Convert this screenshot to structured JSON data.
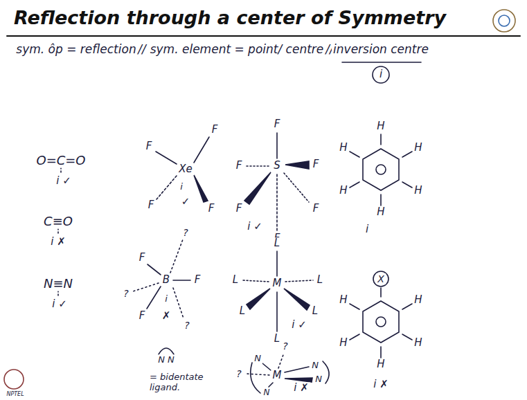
{
  "diagram": {
    "title": "Reflection through a center of Symmetry",
    "labels": [
      "sym. ôp = reflection",
      "//",
      "sym. element = point/ centre",
      "//",
      "inversion centre",
      "i",
      "O=C=O",
      "i ✓",
      "C≡O",
      "i ✗",
      "N≡N",
      "i ✓",
      "F",
      "F",
      "Xe",
      "F",
      "F",
      "i",
      "✓",
      "F",
      "B",
      "F",
      "F",
      "?",
      "?",
      "?",
      "i",
      "✗",
      "F",
      "F",
      "S",
      "F",
      "F",
      "F",
      "F",
      "i ✓",
      "L",
      "L",
      "M",
      "L",
      "L",
      "L",
      "L",
      "i ✓",
      "N N",
      "= bidentate ligand.",
      "N",
      "N",
      "M",
      "N",
      "N",
      "?",
      "?",
      "i ✗",
      "H",
      "H",
      "H",
      "H",
      "H",
      "H",
      "i",
      "X",
      "H",
      "H",
      "H",
      "H",
      "H",
      "i ✗",
      "NPTEL"
    ]
  }
}
